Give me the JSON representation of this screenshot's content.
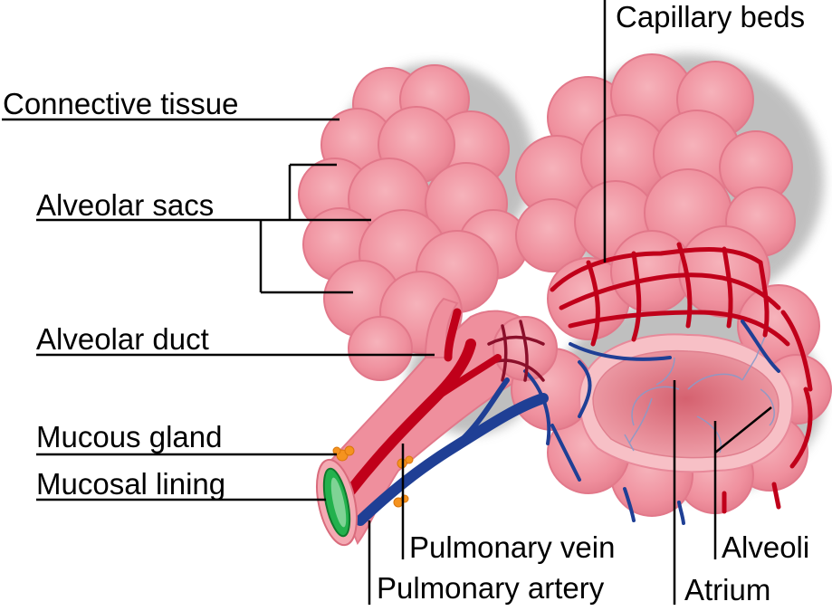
{
  "labels": {
    "capillary_beds": "Capillary beds",
    "connective_tissue": "Connective tissue",
    "alveolar_sacs": "Alveolar sacs",
    "alveolar_duct": "Alveolar duct",
    "mucous_gland": "Mucous gland",
    "mucosal_lining": "Mucosal lining",
    "pulmonary_vein": "Pulmonary vein",
    "pulmonary_artery": "Pulmonary artery",
    "alveoli": "Alveoli",
    "atrium": "Atrium"
  },
  "colors": {
    "tissue_pink": "#ef8f9d",
    "tissue_light": "#f4aab3",
    "tissue_dark": "#d96b7c",
    "shadow": "#b9b9b9",
    "vein_red": "#c0001a",
    "artery_blue": "#1f3f95",
    "mucosa_green": "#23b14d",
    "gland_orange": "#f5931f"
  }
}
